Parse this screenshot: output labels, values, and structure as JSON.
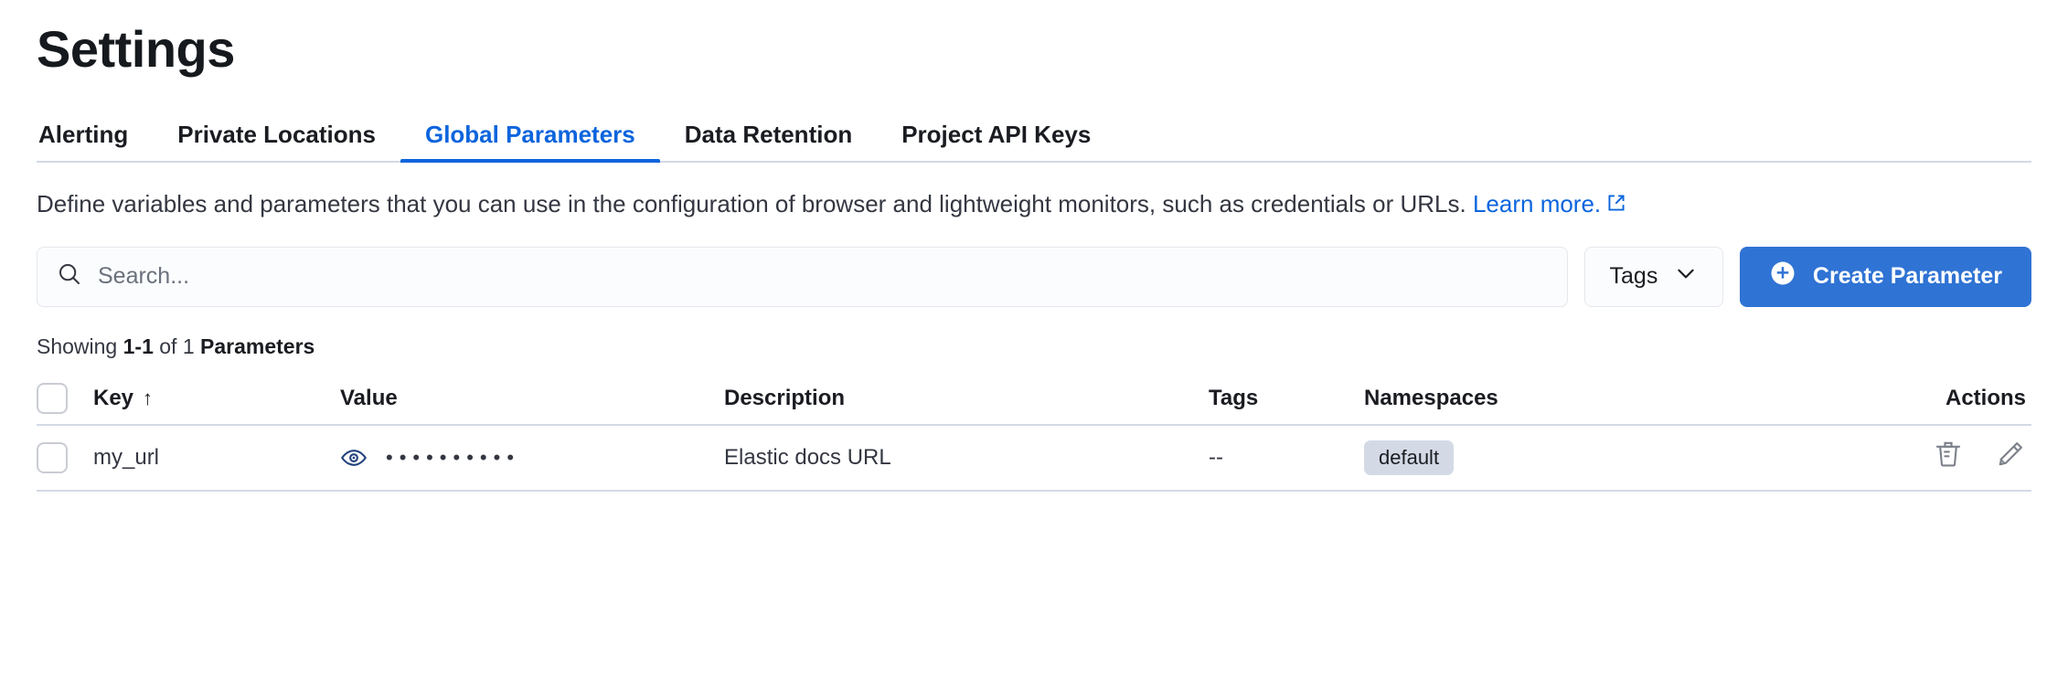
{
  "header": {
    "title": "Settings"
  },
  "tabs": [
    {
      "label": "Alerting",
      "active": false
    },
    {
      "label": "Private Locations",
      "active": false
    },
    {
      "label": "Global Parameters",
      "active": true
    },
    {
      "label": "Data Retention",
      "active": false
    },
    {
      "label": "Project API Keys",
      "active": false
    }
  ],
  "description": {
    "text": "Define variables and parameters that you can use in the configuration of browser and lightweight monitors, such as credentials or URLs.",
    "link_text": "Learn more.",
    "link_icon": "external-link-icon"
  },
  "controls": {
    "search_placeholder": "Search...",
    "search_value": "",
    "search_icon": "search-icon",
    "tags_label": "Tags",
    "tags_chevron_icon": "chevron-down-icon",
    "create_label": "Create Parameter",
    "create_icon": "plus-circle-icon"
  },
  "results": {
    "showing_prefix": "Showing",
    "range": "1-1",
    "of_text": "of",
    "total": "1",
    "entity": "Parameters"
  },
  "table": {
    "columns": [
      {
        "key": "check",
        "label": ""
      },
      {
        "key": "key",
        "label": "Key",
        "sort": "ascending"
      },
      {
        "key": "value",
        "label": "Value"
      },
      {
        "key": "description",
        "label": "Description"
      },
      {
        "key": "tags",
        "label": "Tags"
      },
      {
        "key": "namespaces",
        "label": "Namespaces"
      },
      {
        "key": "actions",
        "label": "Actions"
      }
    ],
    "sort_arrow_glyph": "↑",
    "rows": [
      {
        "key": "my_url",
        "value_masked": "••••••••••",
        "value_toggle_icon": "eye-icon",
        "description": "Elastic docs URL",
        "tags": "--",
        "namespaces": "default",
        "actions": [
          "delete-icon",
          "edit-icon"
        ]
      }
    ]
  },
  "colors": {
    "accent": "#0b64dd",
    "primary_button": "#2f73d4",
    "badge_bg": "#d3dae6",
    "border": "#d3dae6",
    "text": "#1a1c21",
    "muted_text": "#6a717d"
  }
}
